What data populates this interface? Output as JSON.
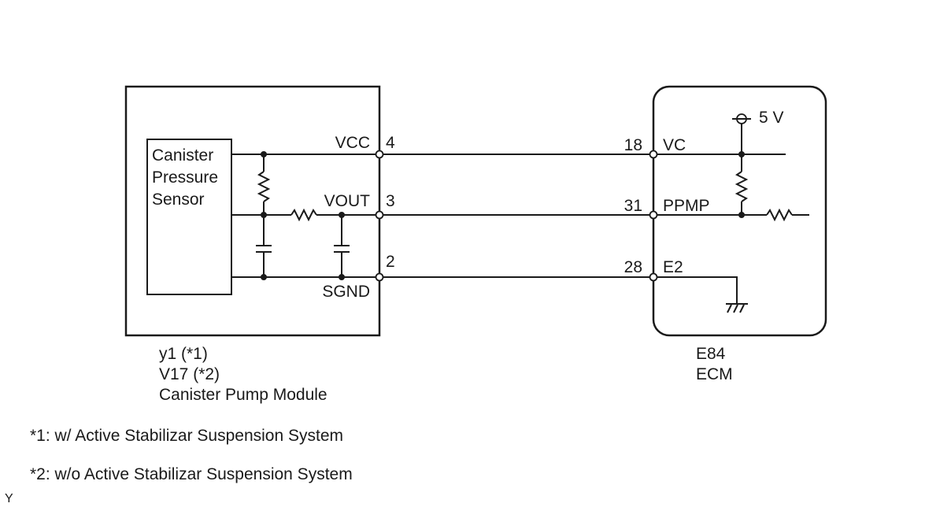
{
  "sensor": {
    "lines": [
      "Canister",
      "Pressure",
      "Sensor"
    ]
  },
  "pump_module": {
    "connector_codes": [
      "y1 (*1)",
      "V17 (*2)"
    ],
    "name": "Canister Pump Module",
    "pins": [
      {
        "name": "VCC",
        "number": "4"
      },
      {
        "name": "VOUT",
        "number": "3"
      },
      {
        "name": "SGND",
        "number": "2"
      }
    ]
  },
  "ecm": {
    "connector_code": "E84",
    "name": "ECM",
    "supply": "5 V",
    "pins": [
      {
        "name": "VC",
        "number": "18"
      },
      {
        "name": "PPMP",
        "number": "31"
      },
      {
        "name": "E2",
        "number": "28"
      }
    ]
  },
  "notes": [
    "*1: w/ Active Stabilizar Suspension System",
    "*2: w/o Active Stabilizar Suspension System"
  ],
  "corner_mark": "Y"
}
